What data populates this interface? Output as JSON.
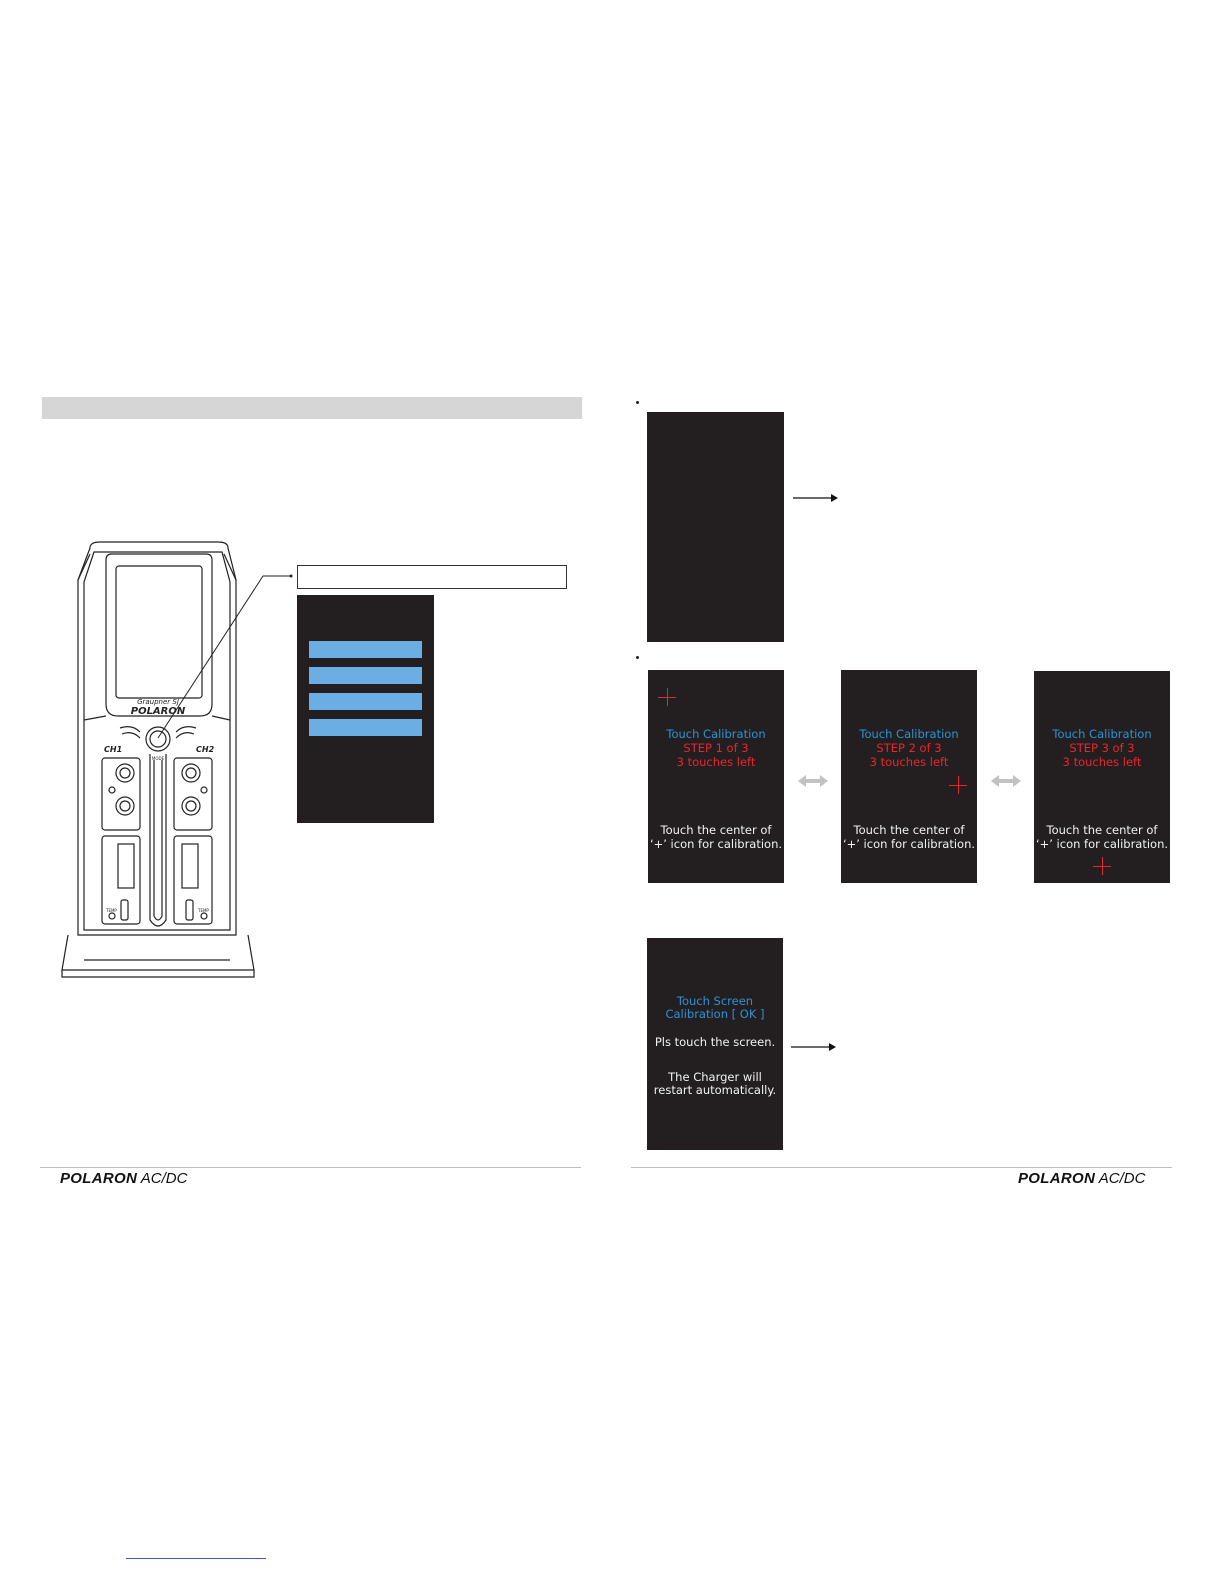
{
  "left_page": {
    "device_logo": "POLARON",
    "device_model": "Graupner SJ",
    "channel_labels": [
      "CH1",
      "CH2"
    ],
    "mode_label": "MODE",
    "temp_labels": [
      "TEMP",
      "TEMP"
    ],
    "menu_button_count": 4
  },
  "right_page": {
    "calibration_steps": [
      {
        "title": "Touch Calibration",
        "step": "STEP 1 of 3",
        "touches": "3 touches left",
        "instruction_1": "Touch the center of",
        "instruction_2": "‘+’ icon for calibration."
      },
      {
        "title": "Touch Calibration",
        "step": "STEP 2 of 3",
        "touches": "3 touches left",
        "instruction_1": "Touch the center of",
        "instruction_2": "‘+’ icon for calibration."
      },
      {
        "title": "Touch Calibration",
        "step": "STEP 3 of 3",
        "touches": "3 touches left",
        "instruction_1": "Touch the center of",
        "instruction_2": "‘+’ icon for calibration."
      }
    ],
    "ok_screen": {
      "title_1": "Touch Screen",
      "title_2": "Calibration [ OK ]",
      "prompt": "Pls touch the screen.",
      "note_1": "The Charger will",
      "note_2": "restart automatically."
    }
  },
  "footer": {
    "brand_bold": "POLARON",
    "brand_suffix": "AC/DC"
  },
  "colors": {
    "screen_bg": "#231f20",
    "calibration_title": "#2a93d5",
    "calibration_step": "#e8262c",
    "menu_button": "#6aaee4",
    "section_bar": "#d6d6d6"
  }
}
